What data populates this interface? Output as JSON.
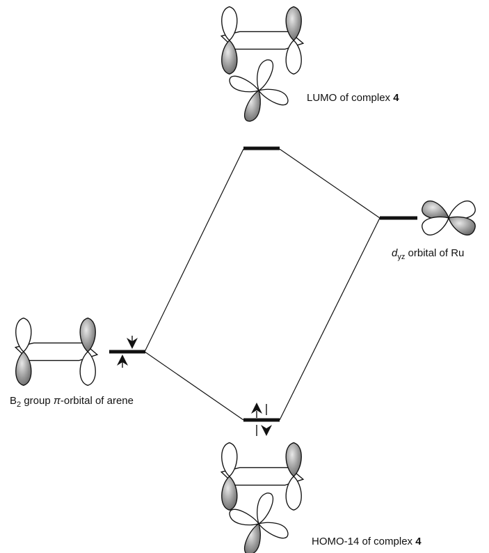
{
  "labels": {
    "lumo_text": "LUMO of complex",
    "lumo_num": "4",
    "homo_text": "HOMO-14 of complex",
    "homo_num": "4",
    "dyz_d": "d",
    "dyz_sub": "yz",
    "dyz_rest": "orbital of Ru",
    "b2_b": "B",
    "b2_sub": "2",
    "b2_group": "group",
    "b2_pi": "π",
    "b2_rest": "-orbital of arene"
  },
  "colors": {
    "line": "#111111",
    "lobe_shaded": "#9a9a9a",
    "lobe_open": "#ffffff"
  },
  "electrons": {
    "arene_level": 2,
    "homo_level": 2,
    "lumo_level": 0,
    "dyz_level": 0
  }
}
